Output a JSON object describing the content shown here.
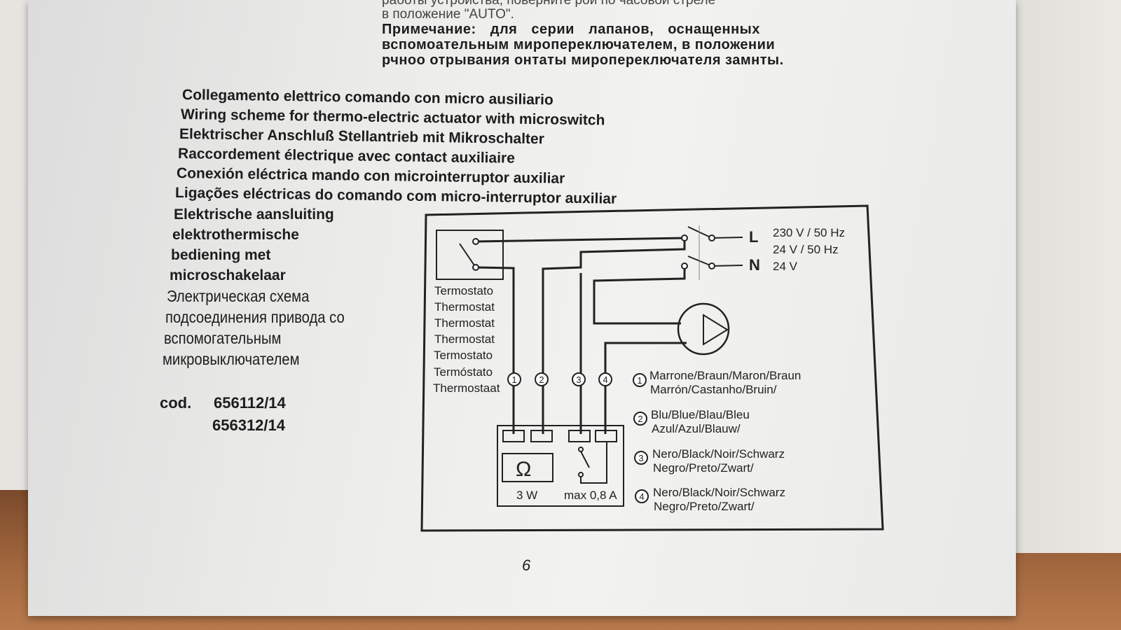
{
  "top_text": {
    "cut_line": "работы устройства, поверните рой по часовой стреле",
    "auto_line": "в положение \"AUTO\".",
    "note_lines": [
      "Примечание: для серии лапанов, оснащенных",
      "вспомоательным миропереключателем, в положении",
      "рчноо отрывания онтаты миропереключателя замнты."
    ]
  },
  "titles": [
    "Collegamento elettrico comando con micro ausiliario",
    "Wiring scheme for thermo-electric actuator with microswitch",
    "Elektrischer Anschluß Stellantrieb mit Mikroschalter",
    "Raccordement électrique avec contact auxiliaire",
    "Conexión eléctrica mando con microinterruptor auxiliar",
    "Ligações eléctricas do comando com micro-interruptor auxiliar"
  ],
  "dutch_title": [
    "Elektrische aansluiting",
    "elektrothermische",
    "bediening met",
    "microschakelaar"
  ],
  "russian_title": [
    "Электрическая схема",
    "подсоединения привода со",
    "вспомогательным",
    "микровыключателем"
  ],
  "codes": {
    "label": "cod.",
    "values": [
      "656112/14",
      "656312/14"
    ]
  },
  "diagram": {
    "thermostat_labels": [
      "Termostato",
      "Thermostat",
      "Thermostat",
      "Thermostat",
      "Termostato",
      "Termóstato",
      "Thermostaat"
    ],
    "line_L": "L",
    "line_N": "N",
    "voltages": [
      "230 V / 50 Hz",
      "24 V / 50 Hz",
      "24 V"
    ],
    "terminals": [
      "1",
      "2",
      "3",
      "4"
    ],
    "resistor_symbol": "Ω",
    "power": "3 W",
    "max_current": "max 0,8 A",
    "wire_colors": [
      {
        "num": "1",
        "lines": [
          "Marrone/Braun/Maron/Braun",
          "Marrón/Castanho/Bruin/"
        ]
      },
      {
        "num": "2",
        "lines": [
          "Blu/Blue/Blau/Bleu",
          "Azul/Azul/Blauw/"
        ]
      },
      {
        "num": "3",
        "lines": [
          "Nero/Black/Noir/Schwarz",
          "Negro/Preto/Zwart/"
        ]
      },
      {
        "num": "4",
        "lines": [
          "Nero/Black/Noir/Schwarz",
          "Negro/Preto/Zwart/"
        ]
      }
    ]
  },
  "page_number": "6"
}
